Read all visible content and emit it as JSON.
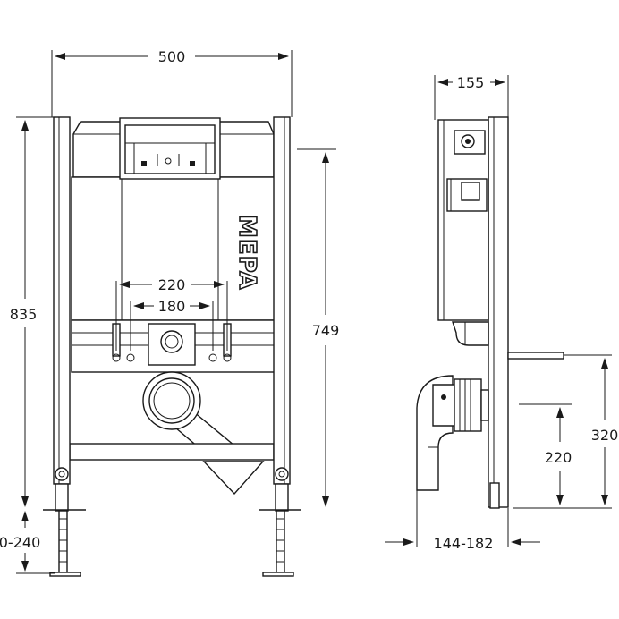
{
  "front_view": {
    "dim_width": "500",
    "dim_height_total": "835",
    "dim_height_frame": "749",
    "dim_spacing_outer": "220",
    "dim_spacing_inner": "180",
    "dim_foot_adjust": "0-240",
    "logo": "MEPA"
  },
  "side_view": {
    "dim_depth": "155",
    "dim_flush_height": "320",
    "dim_drain_height": "220",
    "dim_drain_offset": "144-182"
  }
}
